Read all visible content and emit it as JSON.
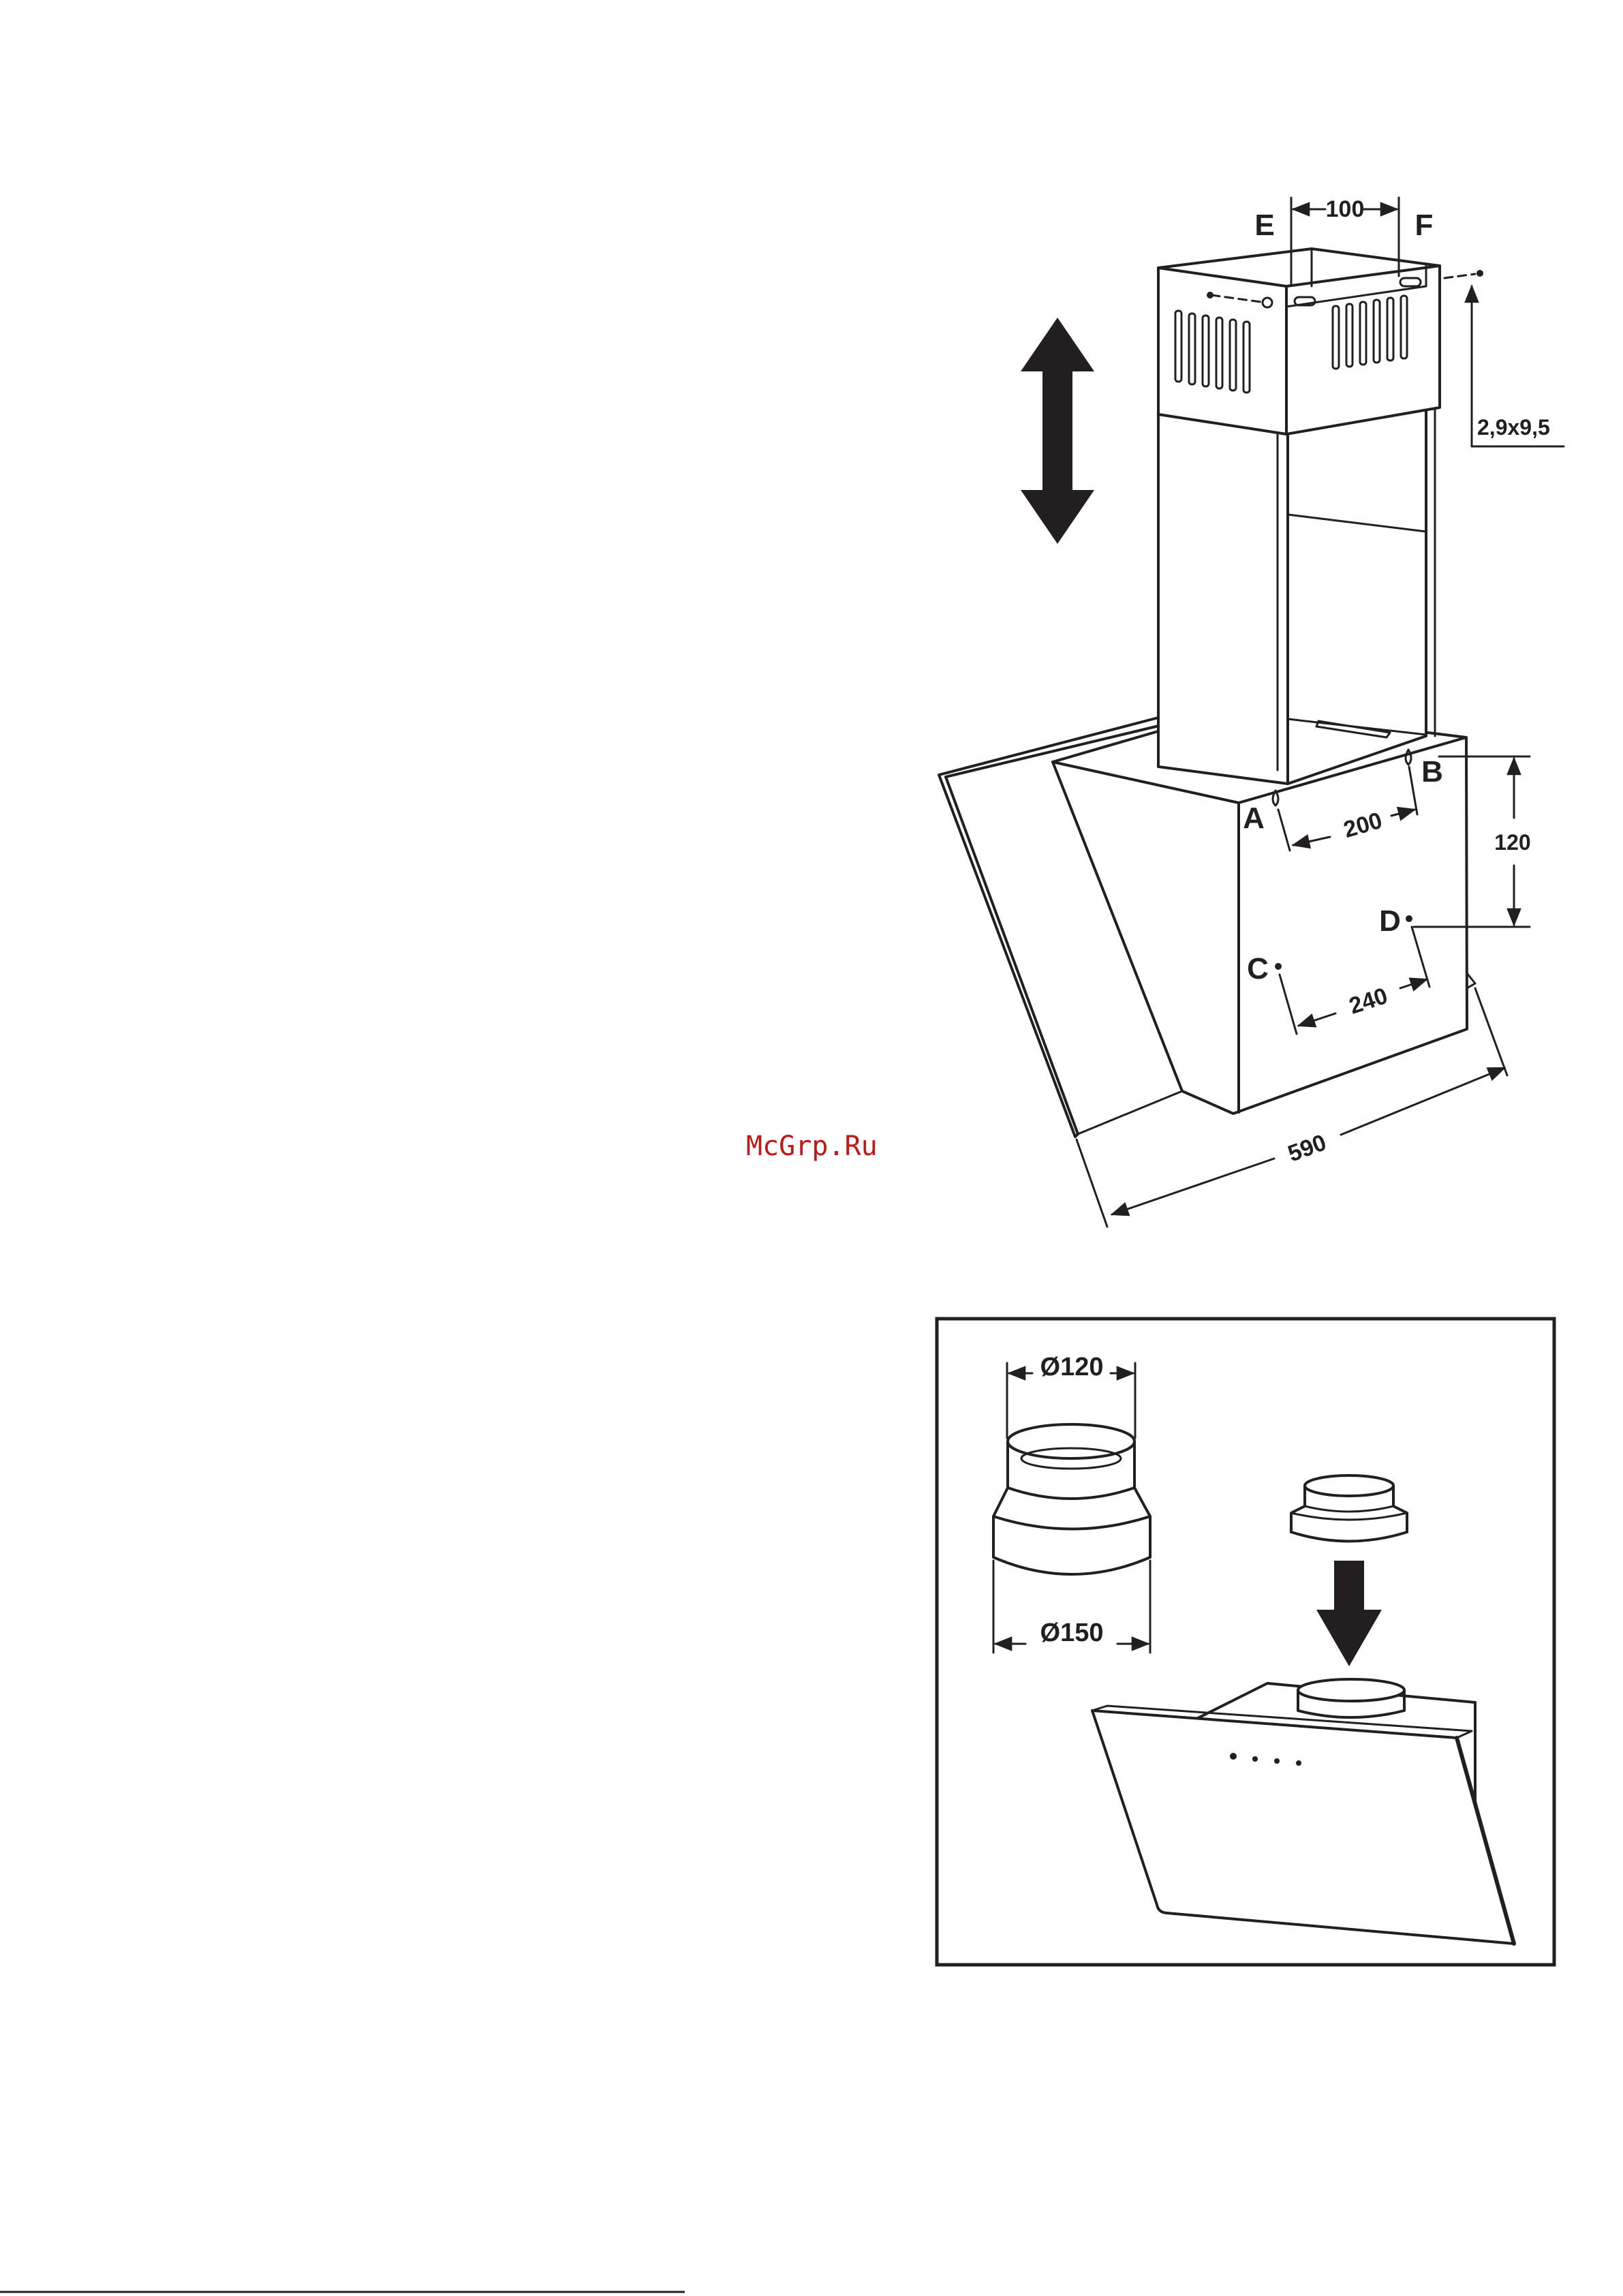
{
  "watermark": "McGrp.Ru",
  "figure1": {
    "label_E": "E",
    "label_F": "F",
    "dim_EF": "100",
    "screw_size": "2,9x9,5",
    "label_A": "A",
    "label_B": "B",
    "label_C": "C",
    "label_D": "D",
    "dim_AB": "200",
    "dim_vertical": "120",
    "dim_CD": "240",
    "dim_width": "590"
  },
  "figure2": {
    "dim_top_diameter": "Ø120",
    "dim_bottom_diameter": "Ø150"
  },
  "colors": {
    "line": "#231f20",
    "watermark": "#c01818",
    "frame": "#231f20"
  }
}
